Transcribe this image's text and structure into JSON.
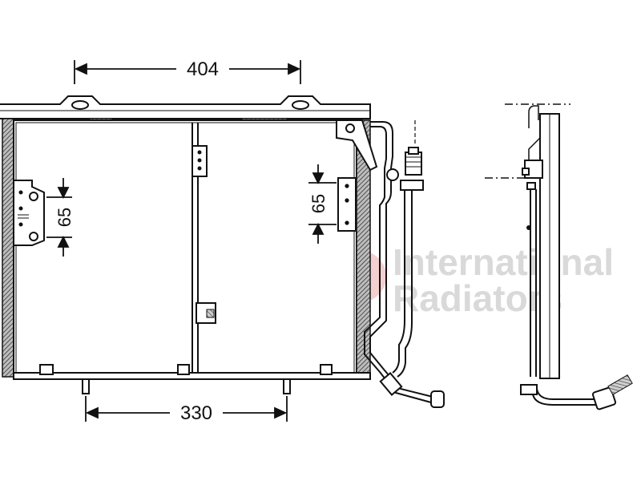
{
  "dimensions": {
    "top_width": "404",
    "bottom_width": "330",
    "left_bracket_height": "65",
    "right_bracket_height": "65"
  },
  "watermark": {
    "line1": "International",
    "line2": "Radiators"
  },
  "colors": {
    "ink": "#111111",
    "watermark_text": "#d9d9d9",
    "watermark_logo": "#f2c9c9",
    "hatch": "#555555"
  }
}
